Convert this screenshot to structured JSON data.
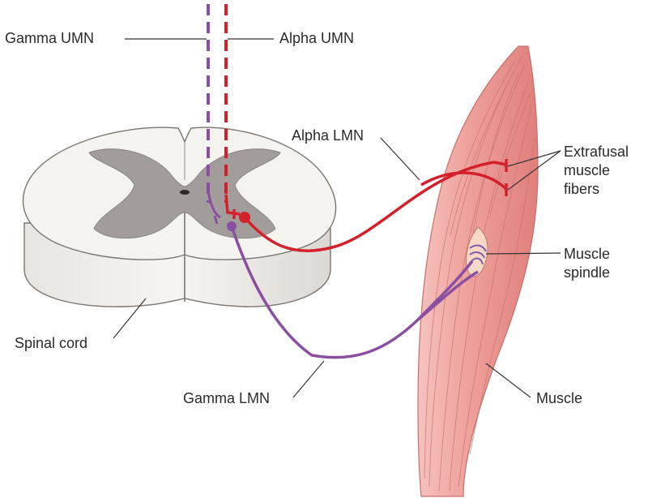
{
  "labels": {
    "gamma_umn": "Gamma UMN",
    "alpha_umn": "Alpha UMN",
    "alpha_lmn": "Alpha LMN",
    "extrafusal": "Extrafusal\nmuscle\nfibers",
    "muscle_spindle": "Muscle\nspindle",
    "spinal_cord": "Spinal cord",
    "gamma_lmn": "Gamma LMN",
    "muscle": "Muscle"
  },
  "colors": {
    "alpha_neuron": "#d4202a",
    "gamma_neuron": "#8a4fa0",
    "gray_matter": "#a29d9b",
    "white_matter": "#f3f1ef",
    "muscle_fill": "#f0a8a4",
    "leader_line": "#333333"
  }
}
